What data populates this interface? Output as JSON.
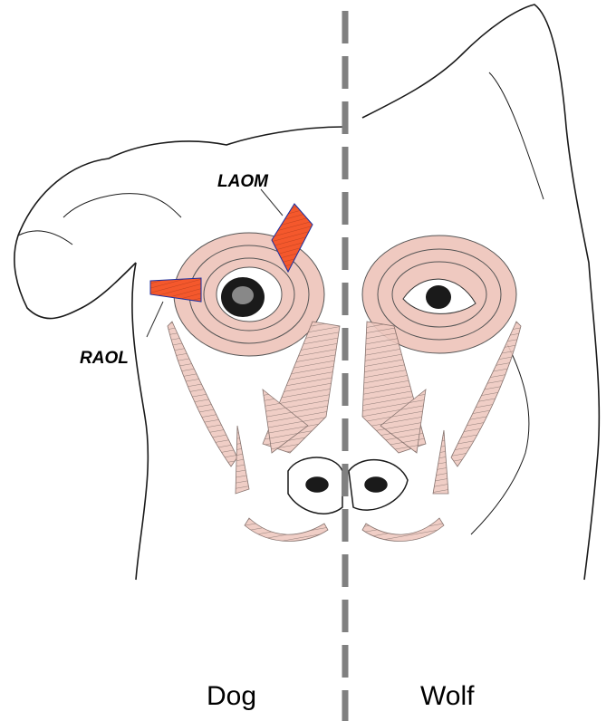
{
  "labels": {
    "laom": "LAOM",
    "raol": "RAOL",
    "left_caption": "Dog",
    "right_caption": "Wolf"
  },
  "colors": {
    "muscle_fill": "#efc9c0",
    "highlight_muscle": "#f4582c",
    "divider": "#808080",
    "line": "#1a1a1a"
  }
}
